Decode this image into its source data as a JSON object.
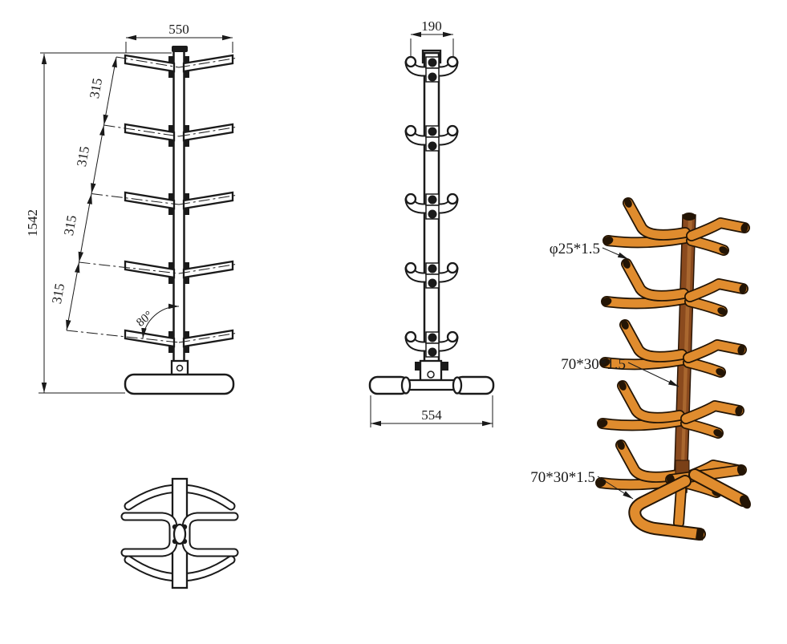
{
  "drawing": {
    "front_view": {
      "width_label": "550",
      "height_label": "1542",
      "spacing_labels": [
        "315",
        "315",
        "315",
        "315"
      ],
      "angle_label": "80°"
    },
    "side_view": {
      "width_label": "190",
      "base_width_label": "554"
    },
    "iso_view": {
      "arm_tube_label": "φ25*1.5",
      "column_tube_label": "70*30*1.5",
      "base_tube_label": "70*30*1.5"
    },
    "colors": {
      "line": "#1a1a1a",
      "tube_orange": "#e08c2e",
      "column_brown": "#8a4a1e",
      "cap_dark": "#241505",
      "background": "#ffffff"
    }
  }
}
